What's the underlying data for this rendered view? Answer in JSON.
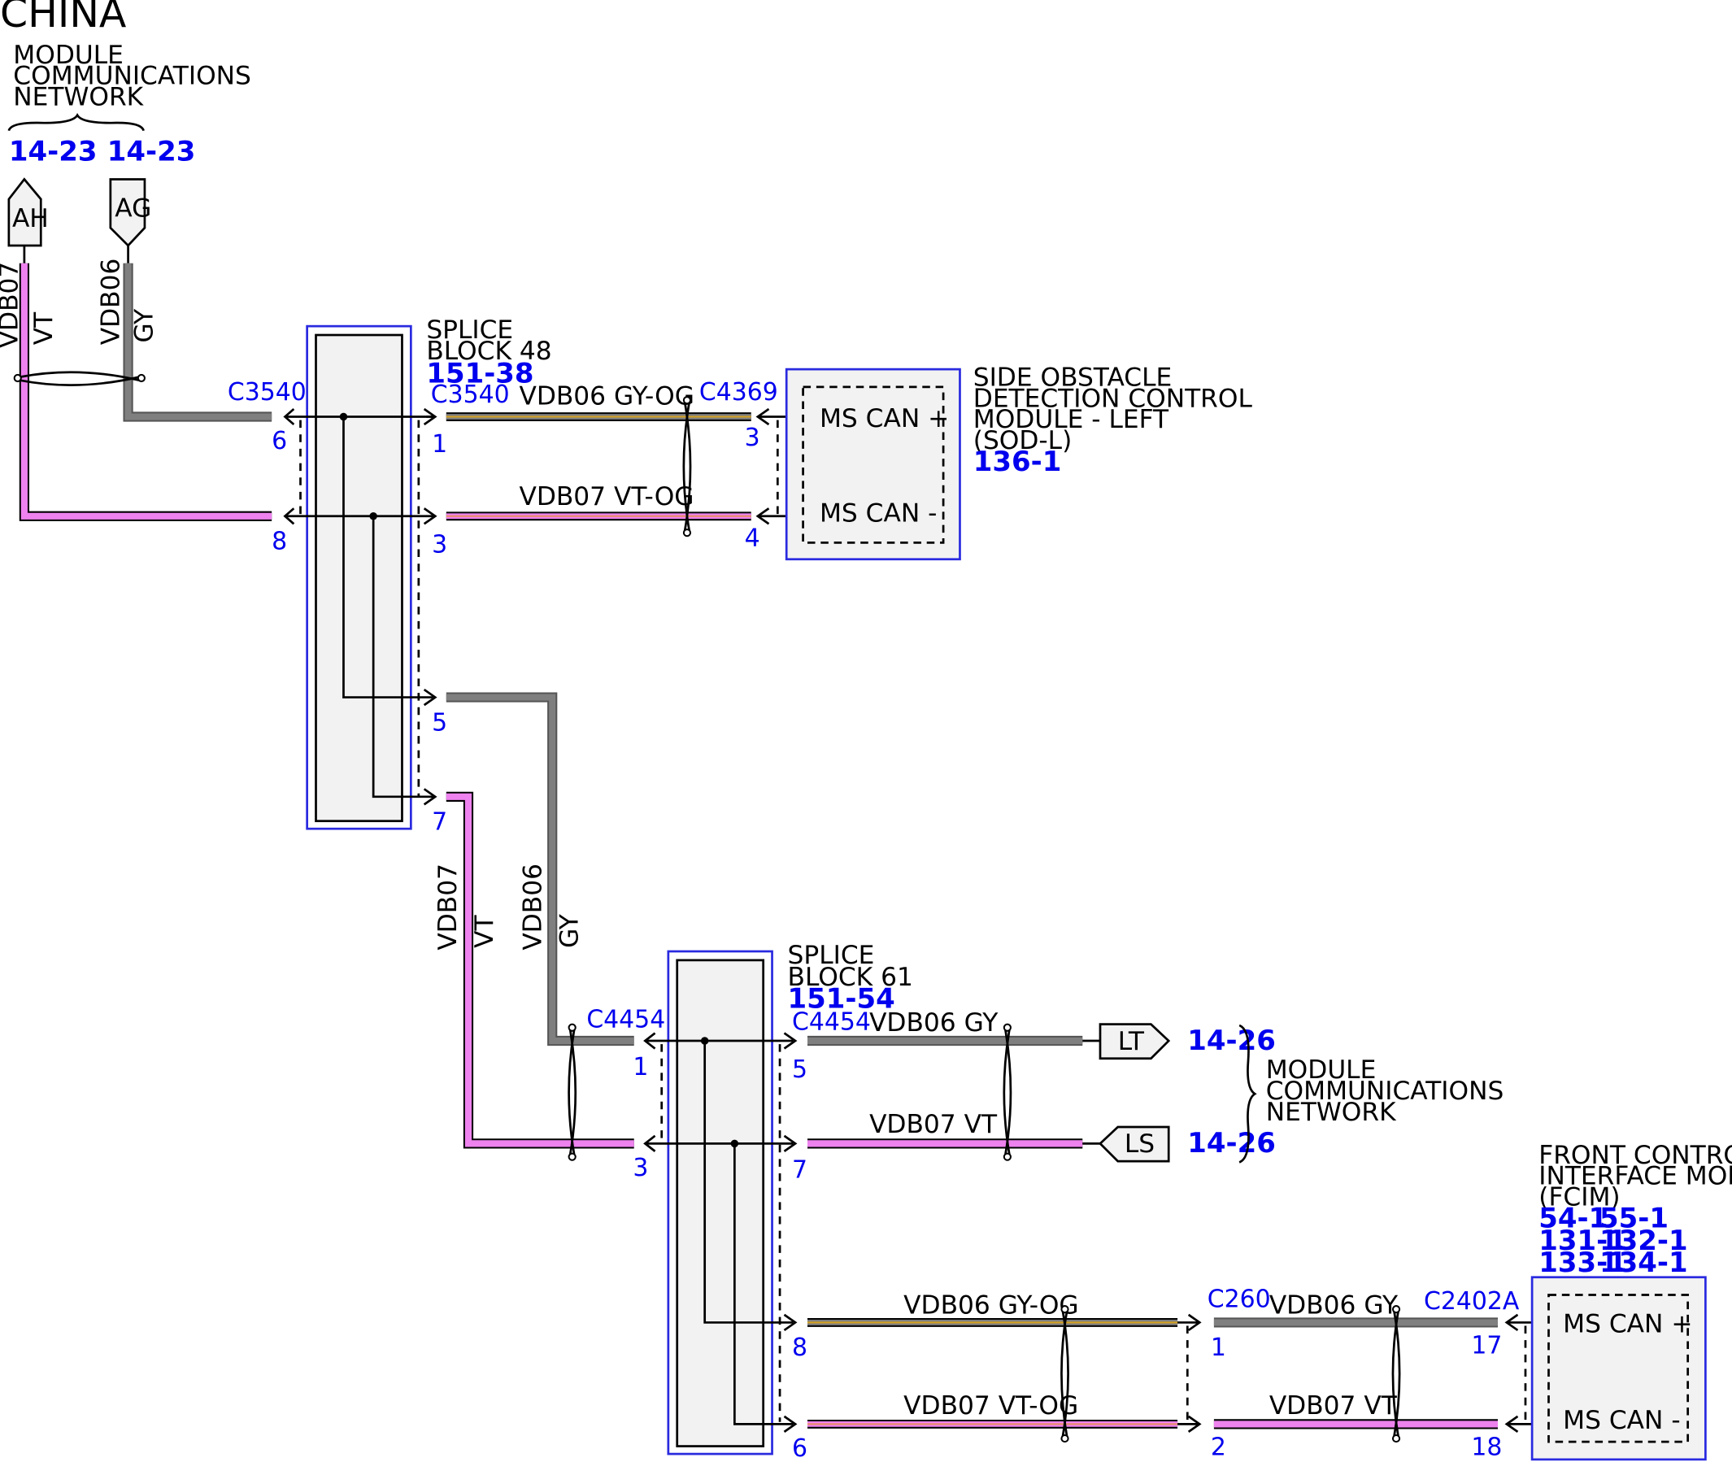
{
  "title": "CHINA",
  "colors": {
    "gy": "#7f7f7f",
    "vt": "#ee82ee",
    "orange_tracer": "#d4a020",
    "ref_blue": "#0000ee",
    "box_fill": "#f2f2f2",
    "outline_blue": "#2a2ae0"
  },
  "top_network": {
    "line1": "MODULE",
    "line2": "COMMUNICATIONS",
    "line3": "NETWORK",
    "ref_ah": "14-23",
    "ref_ag": "14-23",
    "conn_ah": "AH",
    "conn_ag": "AG"
  },
  "top_wires": {
    "vt_circuit": "VDB07",
    "vt_color": "VT",
    "gy_circuit": "VDB06",
    "gy_color": "GY"
  },
  "splice48": {
    "line1": "SPLICE",
    "line2": "BLOCK 48",
    "ref": "151-38",
    "conn_left": "C3540",
    "conn_right": "C3540",
    "pin_l1": "6",
    "pin_l2": "8",
    "pin_r1": "1",
    "pin_r2": "3",
    "pin_r3": "5",
    "pin_r4": "7"
  },
  "sod_wires": {
    "w1": "VDB06  GY-OG",
    "w2": "VDB07  VT-OG",
    "conn": "C4369",
    "pin1": "3",
    "pin2": "4"
  },
  "sod_module": {
    "line1": "SIDE OBSTACLE",
    "line2": "DETECTION CONTROL",
    "line3": "MODULE - LEFT",
    "line4": "(SOD-L)",
    "ref": "136-1",
    "pin_plus": "MS CAN +",
    "pin_minus": "MS CAN -"
  },
  "mid_wires": {
    "vt_circuit": "VDB07",
    "vt_color": "VT",
    "gy_circuit": "VDB06",
    "gy_color": "GY"
  },
  "splice61": {
    "line1": "SPLICE",
    "line2": "BLOCK 61",
    "ref": "151-54",
    "conn_left": "C4454",
    "conn_right": "C4454",
    "pin_l1": "1",
    "pin_l2": "3",
    "pin_r1": "5",
    "pin_r2": "7",
    "pin_r3": "8",
    "pin_r4": "6"
  },
  "lt_ls": {
    "w1": "VDB06  GY",
    "w2": "VDB07  VT",
    "conn_lt": "LT",
    "conn_ls": "LS",
    "ref_lt": "14-26",
    "ref_ls": "14-26",
    "line1": "MODULE",
    "line2": "COMMUNICATIONS",
    "line3": "NETWORK"
  },
  "fcim_wires": {
    "w1": "VDB06  GY-OG",
    "w2": "VDB07  VT-OG",
    "w3": "VDB06  GY",
    "w4": "VDB07  VT",
    "conn_c260": "C260",
    "pin_c260_1": "1",
    "pin_c260_2": "2",
    "conn_c2402a": "C2402A",
    "pin_17": "17",
    "pin_18": "18"
  },
  "fcim_module": {
    "line1": "FRONT CONTROLS",
    "line2": "INTERFACE MODULE",
    "line3": "(FCIM)",
    "ref1": "54-1",
    "ref2": "55-1",
    "ref3": "131-1",
    "ref4": "132-1",
    "ref5": "133-1",
    "ref6": "134-1",
    "pin_plus": "MS CAN +",
    "pin_minus": "MS CAN -"
  }
}
